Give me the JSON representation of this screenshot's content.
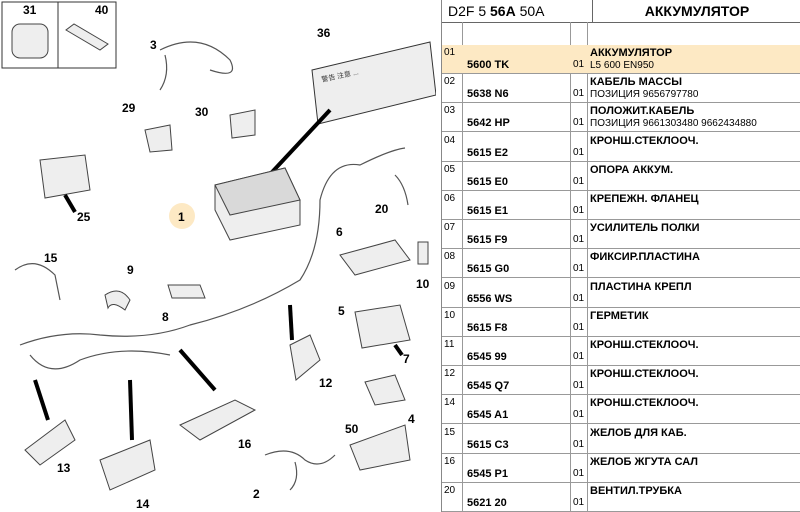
{
  "diagram": {
    "callouts": [
      "31",
      "40",
      "3",
      "36",
      "29",
      "30",
      "1",
      "25",
      "20",
      "6",
      "15",
      "9",
      "8",
      "10",
      "5",
      "7",
      "12",
      "4",
      "16",
      "50",
      "2",
      "13",
      "14"
    ],
    "label_text": "警告 注意 ..."
  },
  "header": {
    "code_prefix": "D2F 5 ",
    "code_bold": "56A",
    "code_suffix": " 50A",
    "title": "АККУМУЛЯТОР"
  },
  "rows": [
    {
      "idx": "01",
      "ref": "5600 TK",
      "qty": "01",
      "name": "АККУМУЛЯТОР",
      "sub": "L5 600 EN950",
      "selected": true
    },
    {
      "idx": "02",
      "ref": "5638 N6",
      "qty": "01",
      "name": "КАБЕЛЬ МАССЫ",
      "sub": "ПОЗИЦИЯ 9656797780"
    },
    {
      "idx": "03",
      "ref": "5642 HP",
      "qty": "01",
      "name": "ПОЛОЖИТ.КАБЕЛЬ",
      "sub": "ПОЗИЦИЯ 9661303480 9662434880"
    },
    {
      "idx": "04",
      "ref": "5615 E2",
      "qty": "01",
      "name": "КРОНШ.СТЕКЛООЧ.",
      "sub": ""
    },
    {
      "idx": "05",
      "ref": "5615 E0",
      "qty": "01",
      "name": "ОПОРА АККУМ.",
      "sub": ""
    },
    {
      "idx": "06",
      "ref": "5615 E1",
      "qty": "01",
      "name": "КРЕПЕЖН. ФЛАНЕЦ",
      "sub": ""
    },
    {
      "idx": "07",
      "ref": "5615 F9",
      "qty": "01",
      "name": "УСИЛИТЕЛЬ ПОЛКИ",
      "sub": ""
    },
    {
      "idx": "08",
      "ref": "5615 G0",
      "qty": "01",
      "name": "ФИКСИР.ПЛАСТИНА",
      "sub": ""
    },
    {
      "idx": "09",
      "ref": "6556 WS",
      "qty": "01",
      "name": "ПЛАСТИНА КРЕПЛ",
      "sub": ""
    },
    {
      "idx": "10",
      "ref": "5615 F8",
      "qty": "01",
      "name": "ГЕРМЕТИК",
      "sub": ""
    },
    {
      "idx": "11",
      "ref": "6545 99",
      "qty": "01",
      "name": "КРОНШ.СТЕКЛООЧ.",
      "sub": ""
    },
    {
      "idx": "12",
      "ref": "6545 Q7",
      "qty": "01",
      "name": "КРОНШ.СТЕКЛООЧ.",
      "sub": ""
    },
    {
      "idx": "14",
      "ref": "6545 A1",
      "qty": "01",
      "name": "КРОНШ.СТЕКЛООЧ.",
      "sub": ""
    },
    {
      "idx": "15",
      "ref": "5615 C3",
      "qty": "01",
      "name": "ЖЕЛОБ ДЛЯ КАБ.",
      "sub": ""
    },
    {
      "idx": "16",
      "ref": "6545 P1",
      "qty": "01",
      "name": "ЖЕЛОБ ЖГУТА САЛ",
      "sub": ""
    },
    {
      "idx": "20",
      "ref": "5621 20",
      "qty": "01",
      "name": "ВЕНТИЛ.ТРУБКА",
      "sub": ""
    }
  ]
}
